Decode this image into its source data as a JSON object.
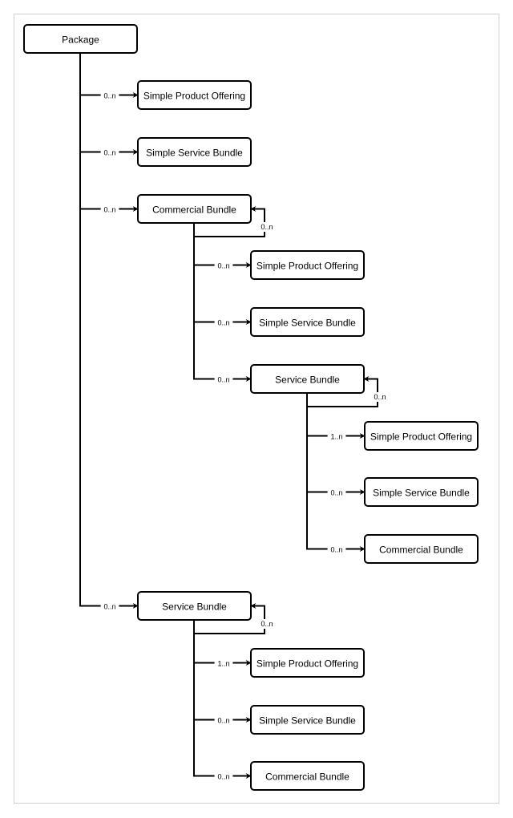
{
  "diagram": {
    "nodes": [
      {
        "id": "n0",
        "label": "Package"
      },
      {
        "id": "n1",
        "label": "Simple Product Offering"
      },
      {
        "id": "n2",
        "label": "Simple Service Bundle"
      },
      {
        "id": "n3",
        "label": "Commercial Bundle"
      },
      {
        "id": "n4",
        "label": "Simple Product Offering"
      },
      {
        "id": "n5",
        "label": "Simple Service Bundle"
      },
      {
        "id": "n6",
        "label": "Service Bundle"
      },
      {
        "id": "n7",
        "label": "Simple Product Offering"
      },
      {
        "id": "n8",
        "label": "Simple Service Bundle"
      },
      {
        "id": "n9",
        "label": "Commercial Bundle"
      },
      {
        "id": "n10",
        "label": "Service Bundle"
      },
      {
        "id": "n11",
        "label": "Simple Product Offering"
      },
      {
        "id": "n12",
        "label": "Simple Service Bundle"
      },
      {
        "id": "n13",
        "label": "Commercial Bundle"
      }
    ],
    "edges": [
      {
        "from": "n0",
        "to": "n1",
        "cardinality": "0..n"
      },
      {
        "from": "n0",
        "to": "n2",
        "cardinality": "0..n"
      },
      {
        "from": "n0",
        "to": "n3",
        "cardinality": "0..n"
      },
      {
        "from": "n3",
        "to": "n3",
        "cardinality": "0..n"
      },
      {
        "from": "n3",
        "to": "n4",
        "cardinality": "0..n"
      },
      {
        "from": "n3",
        "to": "n5",
        "cardinality": "0..n"
      },
      {
        "from": "n3",
        "to": "n6",
        "cardinality": "0..n"
      },
      {
        "from": "n6",
        "to": "n6",
        "cardinality": "0..n"
      },
      {
        "from": "n6",
        "to": "n7",
        "cardinality": "1..n"
      },
      {
        "from": "n6",
        "to": "n8",
        "cardinality": "0..n"
      },
      {
        "from": "n6",
        "to": "n9",
        "cardinality": "0..n"
      },
      {
        "from": "n0",
        "to": "n10",
        "cardinality": "0..n"
      },
      {
        "from": "n10",
        "to": "n10",
        "cardinality": "0..n"
      },
      {
        "from": "n10",
        "to": "n11",
        "cardinality": "1..n"
      },
      {
        "from": "n10",
        "to": "n12",
        "cardinality": "0..n"
      },
      {
        "from": "n10",
        "to": "n13",
        "cardinality": "0..n"
      }
    ]
  }
}
